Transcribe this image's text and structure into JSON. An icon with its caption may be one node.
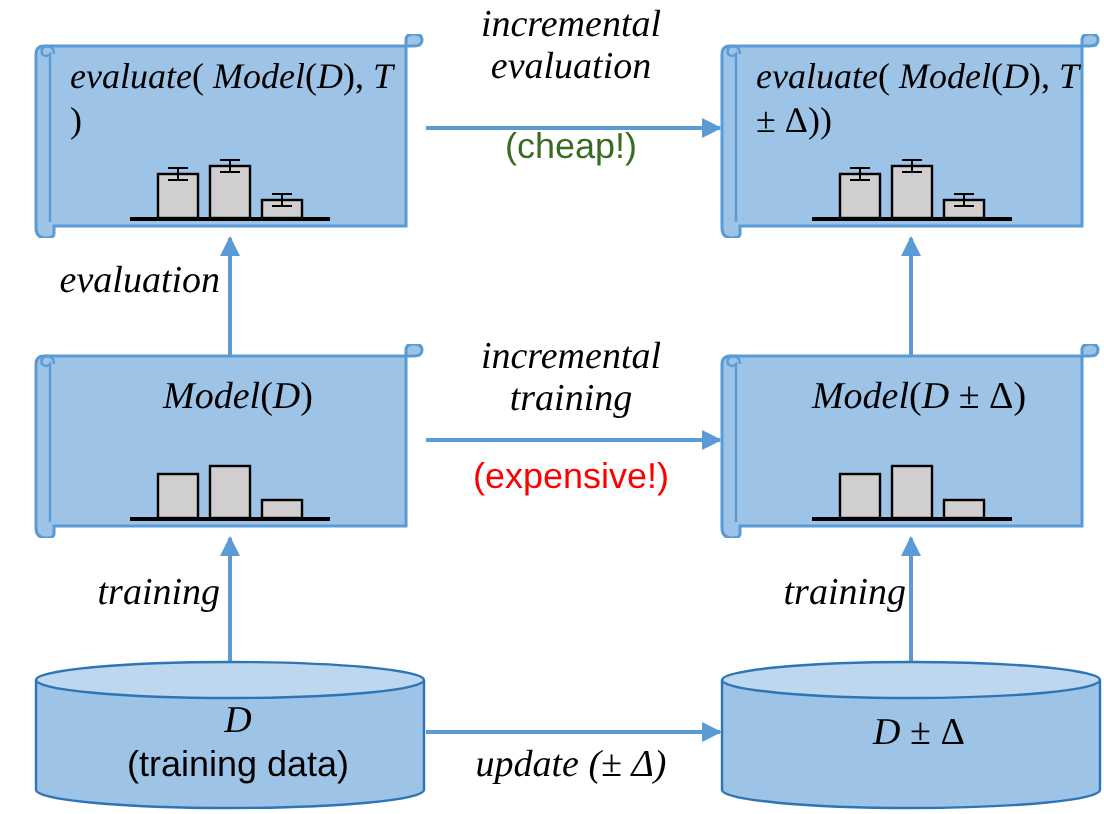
{
  "diagram": {
    "nodes": [
      {
        "text": [
          "*evaluate*( *Model*(*D*), *T* )"
        ]
      },
      {
        "text": [
          "*evaluate*( *Model*(*D*), *T* ± Δ))"
        ]
      },
      {
        "text": [
          "*Model*(*D*)"
        ]
      },
      {
        "text": [
          "*Model*(*D* ± Δ)"
        ]
      },
      {
        "text": [
          "*D*",
          "(training data)"
        ]
      },
      {
        "text": [
          "*D* ± Δ"
        ]
      }
    ],
    "edges": [
      {
        "from": 0,
        "to": 1,
        "arrow": "to",
        "label": "incremental evaluation"
      },
      {
        "from": 2,
        "to": 0,
        "arrow": "to",
        "label": "evaluation"
      },
      {
        "from": 3,
        "to": 1,
        "arrow": "to"
      },
      {
        "from": 2,
        "to": 3,
        "arrow": "to",
        "label": "incremental training"
      },
      {
        "from": 4,
        "to": 2,
        "arrow": "to",
        "label": "training"
      },
      {
        "from": 5,
        "to": 3,
        "arrow": "to",
        "label": "training"
      },
      {
        "from": 4,
        "to": 5,
        "arrow": "to",
        "label": "*update* (± Δ)"
      }
    ],
    "labels": [
      "(cheap!)",
      "(expensive!)"
    ]
  }
}
